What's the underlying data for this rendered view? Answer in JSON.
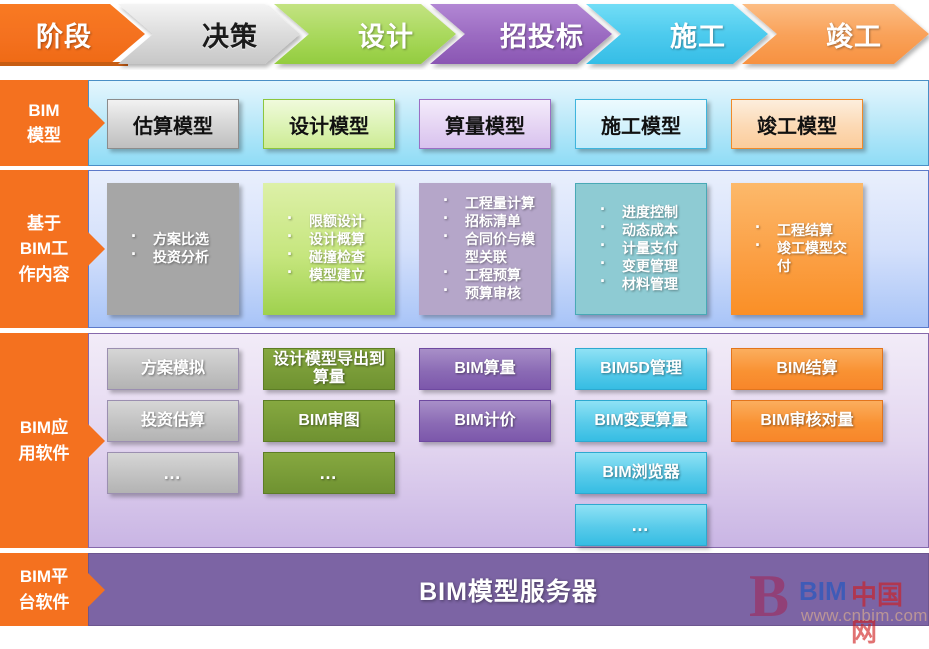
{
  "diagram": {
    "stage_row": {
      "label": "阶段",
      "stages": [
        {
          "name": "决策",
          "color": "#d9d9d9",
          "text_color": "#1b1b1b"
        },
        {
          "name": "设计",
          "color": "#a8d65c",
          "text_color": "#ffffff"
        },
        {
          "name": "招投标",
          "color": "#9b69c0",
          "text_color": "#ffffff"
        },
        {
          "name": "施工",
          "color": "#4ecbee",
          "text_color": "#ffffff"
        },
        {
          "name": "竣工",
          "color": "#f9a25a",
          "text_color": "#ffffff"
        }
      ]
    },
    "rows": [
      {
        "id": "model",
        "label": "BIM\n模型",
        "label_lines": [
          "BIM",
          "模型"
        ],
        "cells": [
          "估算模型",
          "设计模型",
          "算量模型",
          "施工模型",
          "竣工模型"
        ]
      },
      {
        "id": "work",
        "label_lines": [
          "基于",
          "BIM工",
          "作内容"
        ],
        "columns": [
          {
            "items": [
              "方案比选",
              "投资分析"
            ]
          },
          {
            "items": [
              "限额设计",
              "设计概算",
              "碰撞检查",
              "模型建立"
            ]
          },
          {
            "items": [
              "工程量计算",
              "招标清单",
              "合同价与模",
              "型关联",
              "工程预算",
              "预算审核"
            ],
            "continuation": [
              3
            ]
          },
          {
            "items": [
              "进度控制",
              "动态成本",
              "计量支付",
              "变更管理",
              "材料管理"
            ]
          },
          {
            "items": [
              "工程结算",
              "竣工模型交",
              "付"
            ],
            "continuation": [
              2
            ]
          }
        ]
      },
      {
        "id": "software",
        "label_lines": [
          "BIM应",
          "用软件"
        ],
        "columns": [
          {
            "items": [
              "方案模拟",
              "投资估算",
              "…"
            ]
          },
          {
            "items": [
              "设计模型导出到算量",
              "BIM审图",
              "…"
            ]
          },
          {
            "items": [
              "BIM算量",
              "BIM计价"
            ]
          },
          {
            "items": [
              "BIM5D管理",
              "BIM变更算量",
              "BIM浏览器",
              "…"
            ]
          },
          {
            "items": [
              "BIM结算",
              "BIM审核对量"
            ]
          }
        ]
      },
      {
        "id": "platform",
        "label_lines": [
          "BIM平",
          "台软件"
        ],
        "title": "BIM模型服务器"
      }
    ],
    "watermark": {
      "mark": "B",
      "brand_en": "BIM",
      "brand_cn": "中国网",
      "url": "www.cnbim.com"
    }
  }
}
